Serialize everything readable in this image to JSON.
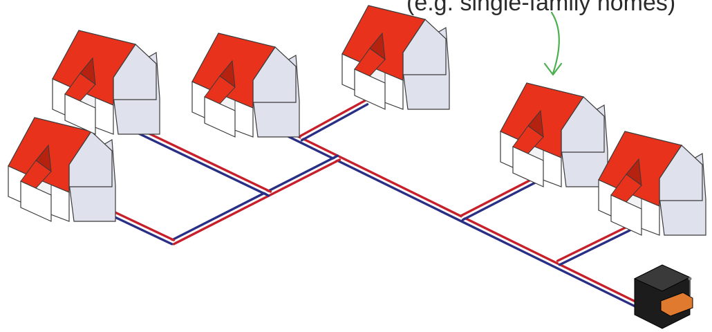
{
  "annotation": {
    "caption": "(e.g. single-family homes)",
    "arrow_color": "#4caf50"
  },
  "colors": {
    "roof": "#e8321c",
    "roof_shadow": "#b5220f",
    "wall_front": "#ffffff",
    "wall_side": "#dfe1ec",
    "outline": "#3a3a3a",
    "supply_pipe": "#c8202a",
    "return_pipe": "#2a2f86",
    "plant_body": "#1c1c1c",
    "plant_accent": "#e07a2e"
  },
  "network": {
    "houses_count": 6,
    "heating_plant_count": 1
  }
}
